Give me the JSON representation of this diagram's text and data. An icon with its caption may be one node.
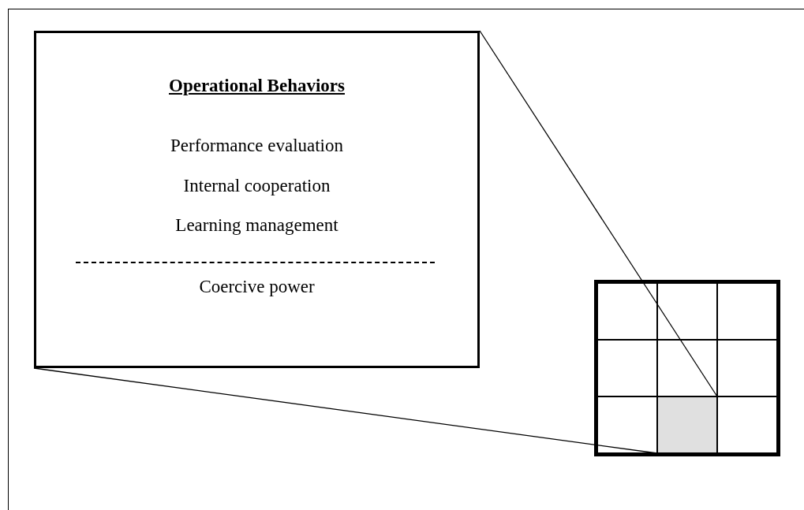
{
  "diagram": {
    "nodes": [
      {
        "text": [
          "Operational Behaviors",
          "Performance evaluation",
          "Internal cooperation",
          "Learning management",
          "Coercive power"
        ]
      },
      {
        "text": [],
        "shape": "box"
      },
      {
        "text": [],
        "shape": "box",
        "in": 1
      },
      {
        "text": [],
        "shape": "box",
        "in": 1
      },
      {
        "text": [],
        "shape": "box",
        "in": 1
      },
      {
        "text": [],
        "shape": "box",
        "in": 1
      },
      {
        "text": [],
        "shape": "box",
        "in": 1
      },
      {
        "text": [],
        "shape": "box",
        "in": 1
      },
      {
        "text": [],
        "shape": "box",
        "in": 1
      },
      {
        "text": [],
        "shape": "box",
        "in": 1
      },
      {
        "text": [],
        "shape": "box",
        "in": 1
      }
    ],
    "edges": [
      {
        "from": 0,
        "to": 9,
        "arrow": "none"
      },
      {
        "from": 0,
        "to": 9,
        "arrow": "none"
      }
    ]
  }
}
